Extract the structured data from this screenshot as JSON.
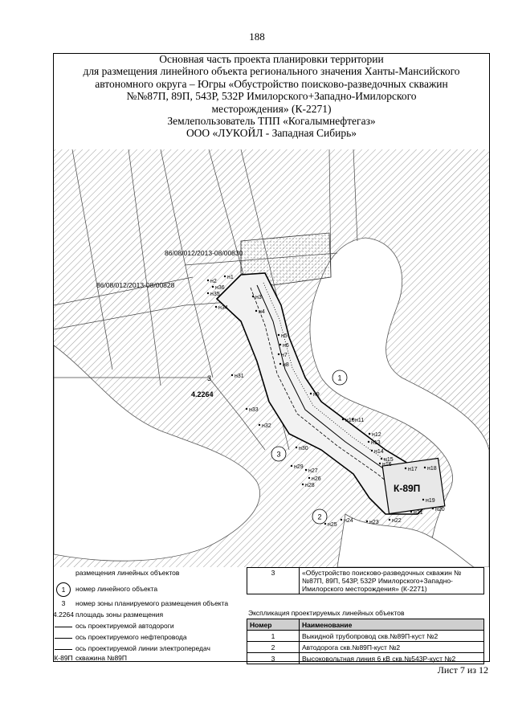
{
  "page_number": "188",
  "title_lines": [
    "Основная часть проекта планировки территории",
    "для размещения линейного объекта регионального значения Ханты-Мансийского",
    "автономного округа – Югры «Обустройство поисково-разведочных скважин",
    "№№87П, 89П, 543Р, 532Р Имилорского+Западно-Имилорского",
    "месторождения» (К-2271)",
    "Землепользователь ТПП «Когалымнефтегаз»",
    "ООО «ЛУКОЙЛ - Западная Сибирь»"
  ],
  "map": {
    "cadastral_labels": [
      "86/08/012/2013-08/00830",
      "86/08/012/2013-08/00828"
    ],
    "zone_number": "3",
    "zone_area": "4.2264",
    "object_numbers": [
      "1",
      "2",
      "3"
    ],
    "well_label": "К-89П",
    "point_labels": [
      "н1",
      "н2",
      "н3",
      "н4",
      "н5",
      "н6",
      "н7",
      "н8",
      "н9",
      "н10",
      "н11",
      "н12",
      "н13",
      "н14",
      "н15",
      "н16",
      "н17",
      "н18",
      "н19",
      "н20",
      "н21",
      "н22",
      "н23",
      "н24",
      "н25",
      "н26",
      "н27",
      "н28",
      "н29",
      "н30",
      "н31",
      "н32",
      "н33",
      "н34",
      "н35",
      "н36"
    ]
  },
  "legend": {
    "items": [
      {
        "symbol": "",
        "text": "размещения линейных объектов"
      },
      {
        "symbol": "1",
        "text": "номер линейного объекта"
      },
      {
        "symbol": "3",
        "text": "номер зоны планируемого размещения объекта"
      },
      {
        "symbol": "4.2264",
        "text": "площадь зоны размещения"
      },
      {
        "symbol": "",
        "text": "ось проектируемой автодороги"
      },
      {
        "symbol": "",
        "text": "ось проектируемого нефтепровода"
      },
      {
        "symbol": "",
        "text": "ось проектируемой линии электропередач"
      },
      {
        "symbol": "К-89П",
        "text": "скважина №89П"
      }
    ]
  },
  "zone_table": {
    "number": "3",
    "description": "«Обустройство поисково-разведочных скважин №№87П, 89П, 543Р, 532Р Имилорского+Западно-Имилорского месторождения» (К-2271)"
  },
  "explication": {
    "title": "Экспликация проектируемых линейных объектов",
    "headers": [
      "Номер",
      "Наименование"
    ],
    "rows": [
      {
        "number": "1",
        "name": "Выкидной трубопровод скв.№89П-куст №2"
      },
      {
        "number": "2",
        "name": "Автодорога скв.№89П-куст №2"
      },
      {
        "number": "3",
        "name": "Высоковольтная линия 6 кВ скв.№543Р-куст №2"
      }
    ]
  },
  "sheet": "Лист 7 из 12"
}
